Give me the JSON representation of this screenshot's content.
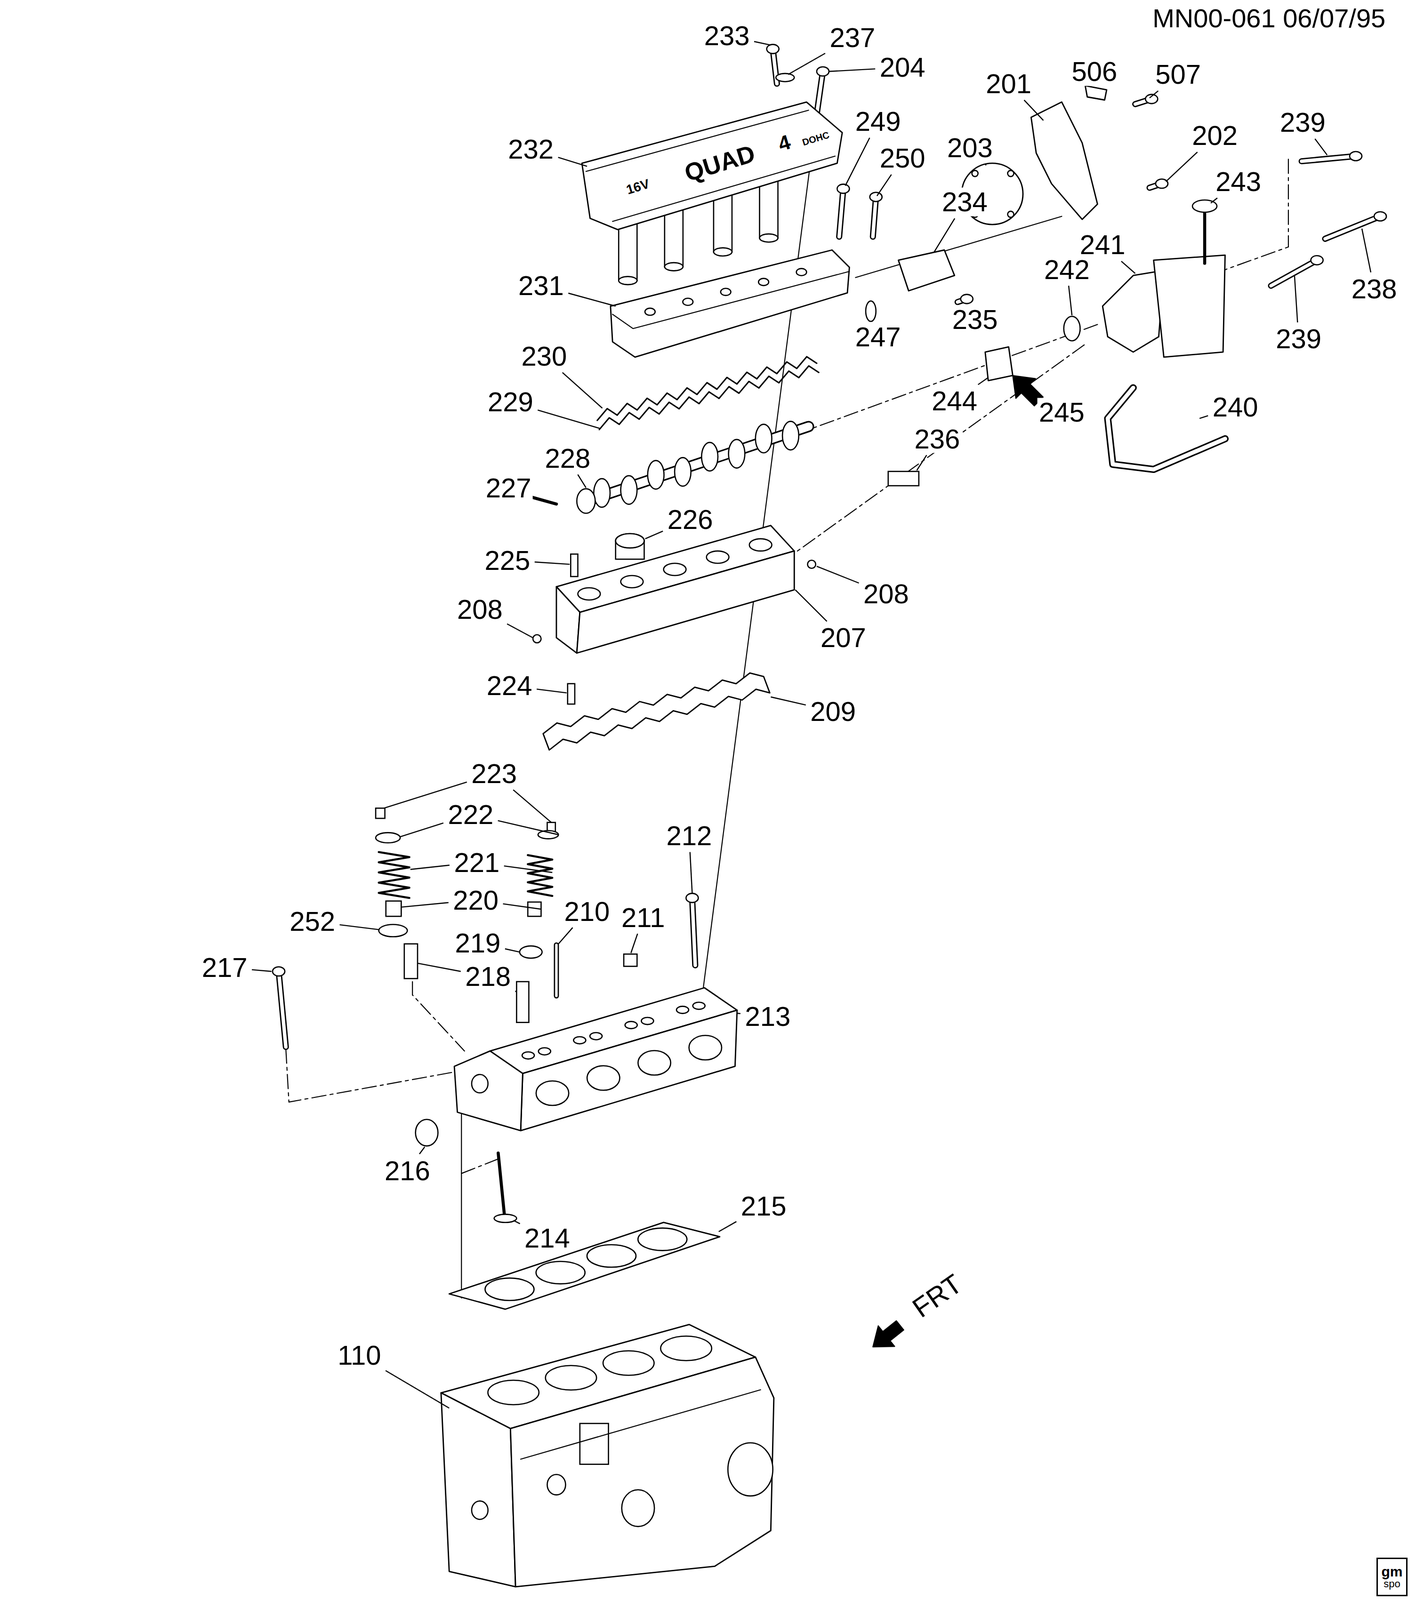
{
  "diagram": {
    "nodes": [
      {
        "text": [
          "gm",
          "spo"
        ]
      }
    ],
    "labels": [
      "MN00-061 06/07/95",
      "233",
      "237",
      "204",
      "232",
      "16V",
      "QUAD",
      "4",
      "DOHC",
      "249",
      "250",
      "201",
      "506",
      "507",
      "202",
      "203",
      "239",
      "243",
      "234",
      "241",
      "242",
      "231",
      "247",
      "235",
      "238",
      "239",
      "230",
      "244",
      "245",
      "240",
      "229",
      "236",
      "228",
      "227",
      "226",
      "225",
      "208",
      "208",
      "207",
      "224",
      "209",
      "223",
      "222",
      "221",
      "220",
      "252",
      "212",
      "219",
      "210",
      "211",
      "218",
      "217",
      "213",
      "216",
      "214",
      "215",
      "FRT",
      "110"
    ]
  }
}
